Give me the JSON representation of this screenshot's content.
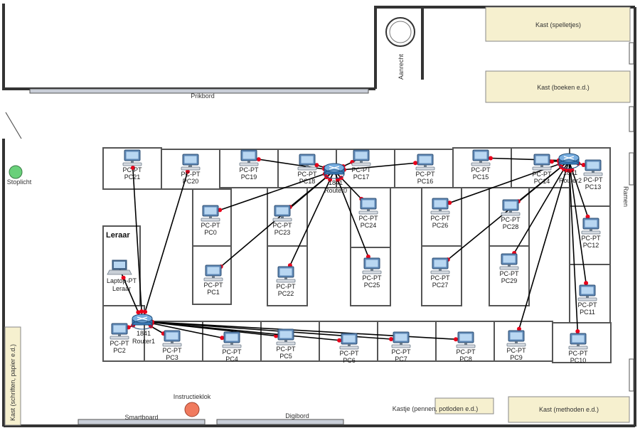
{
  "colors": {
    "wall": "#333333",
    "desk": "#555555",
    "cabinet_fill": "#f6f0cf",
    "link": "#000000",
    "port": "#e8001a",
    "traffic_light": "#69d07a",
    "instruction_clock": "#f07a5e",
    "board_fill": "#c9ced8"
  },
  "room": {
    "cabinet_games": "Kast (spelletjes)",
    "cabinet_books": "Kast (boeken e.d.)",
    "cabinet_notebooks": "Kast (schriften, papier e.d.)",
    "cabinet_methods": "Kast (methoden e.d.)",
    "pen_drawer": "Kastje (pennen, potloden e.d.)",
    "counter": "Aanrecht",
    "pinboard": "Prikbord",
    "windows": "Ramen",
    "traffic_light": "Stoplicht",
    "instruction_clock": "Instructieklok",
    "smartboard": "Smartboard",
    "whiteboard": "Digibord",
    "teacher_area": "Leraar"
  },
  "routers": [
    {
      "id": "router0",
      "model": "1841",
      "name": "Router0"
    },
    {
      "id": "router1",
      "model": "1841",
      "name": "Router1"
    },
    {
      "id": "router2",
      "model": "1841",
      "name": "Router2"
    }
  ],
  "laptop": {
    "model": "Laptop-PT",
    "name": "Leraar"
  },
  "pc_model": "PC-PT",
  "pcs": [
    {
      "id": "pc0",
      "name": "PC0"
    },
    {
      "id": "pc1",
      "name": "PC1"
    },
    {
      "id": "pc2",
      "name": "PC2"
    },
    {
      "id": "pc3",
      "name": "PC3"
    },
    {
      "id": "pc4",
      "name": "PC4"
    },
    {
      "id": "pc5",
      "name": "PC5"
    },
    {
      "id": "pc6",
      "name": "PC6"
    },
    {
      "id": "pc7",
      "name": "PC7"
    },
    {
      "id": "pc8",
      "name": "PC8"
    },
    {
      "id": "pc9",
      "name": "PC9"
    },
    {
      "id": "pc10",
      "name": "PC10"
    },
    {
      "id": "pc11",
      "name": "PC11"
    },
    {
      "id": "pc12",
      "name": "PC12"
    },
    {
      "id": "pc13",
      "name": "PC13"
    },
    {
      "id": "pc14",
      "name": "PC14"
    },
    {
      "id": "pc15",
      "name": "PC15"
    },
    {
      "id": "pc16",
      "name": "PC16"
    },
    {
      "id": "pc17",
      "name": "PC17"
    },
    {
      "id": "pc18",
      "name": "PC18"
    },
    {
      "id": "pc19",
      "name": "PC19"
    },
    {
      "id": "pc20",
      "name": "PC20"
    },
    {
      "id": "pc21",
      "name": "PC21"
    },
    {
      "id": "pc22",
      "name": "PC22"
    },
    {
      "id": "pc23",
      "name": "PC23"
    },
    {
      "id": "pc24",
      "name": "PC24"
    },
    {
      "id": "pc25",
      "name": "PC25"
    },
    {
      "id": "pc26",
      "name": "PC26"
    },
    {
      "id": "pc27",
      "name": "PC27"
    },
    {
      "id": "pc28",
      "name": "PC28"
    },
    {
      "id": "pc29",
      "name": "PC29"
    }
  ],
  "links": [
    {
      "from": "router1",
      "to": "pc21"
    },
    {
      "from": "router1",
      "to": "pc20"
    },
    {
      "from": "router1",
      "to": "laptop"
    },
    {
      "from": "router1",
      "to": "pc2"
    },
    {
      "from": "router1",
      "to": "pc3"
    },
    {
      "from": "router1",
      "to": "pc4"
    },
    {
      "from": "router1",
      "to": "pc5"
    },
    {
      "from": "router1",
      "to": "pc6"
    },
    {
      "from": "router1",
      "to": "pc7"
    },
    {
      "from": "router1",
      "to": "pc8"
    },
    {
      "from": "router0",
      "to": "pc19"
    },
    {
      "from": "router0",
      "to": "pc18"
    },
    {
      "from": "router0",
      "to": "pc17"
    },
    {
      "from": "router0",
      "to": "pc16"
    },
    {
      "from": "router0",
      "to": "pc0"
    },
    {
      "from": "router0",
      "to": "pc1"
    },
    {
      "from": "router0",
      "to": "pc23"
    },
    {
      "from": "router0",
      "to": "pc22"
    },
    {
      "from": "router0",
      "to": "pc24"
    },
    {
      "from": "router0",
      "to": "pc25"
    },
    {
      "from": "router2",
      "to": "pc15"
    },
    {
      "from": "router2",
      "to": "pc14"
    },
    {
      "from": "router2",
      "to": "pc13"
    },
    {
      "from": "router2",
      "to": "pc12"
    },
    {
      "from": "router2",
      "to": "pc11"
    },
    {
      "from": "router2",
      "to": "pc10"
    },
    {
      "from": "router2",
      "to": "pc9"
    },
    {
      "from": "router2",
      "to": "pc26"
    },
    {
      "from": "router2",
      "to": "pc27"
    },
    {
      "from": "router2",
      "to": "pc28"
    },
    {
      "from": "router2",
      "to": "pc29"
    }
  ]
}
